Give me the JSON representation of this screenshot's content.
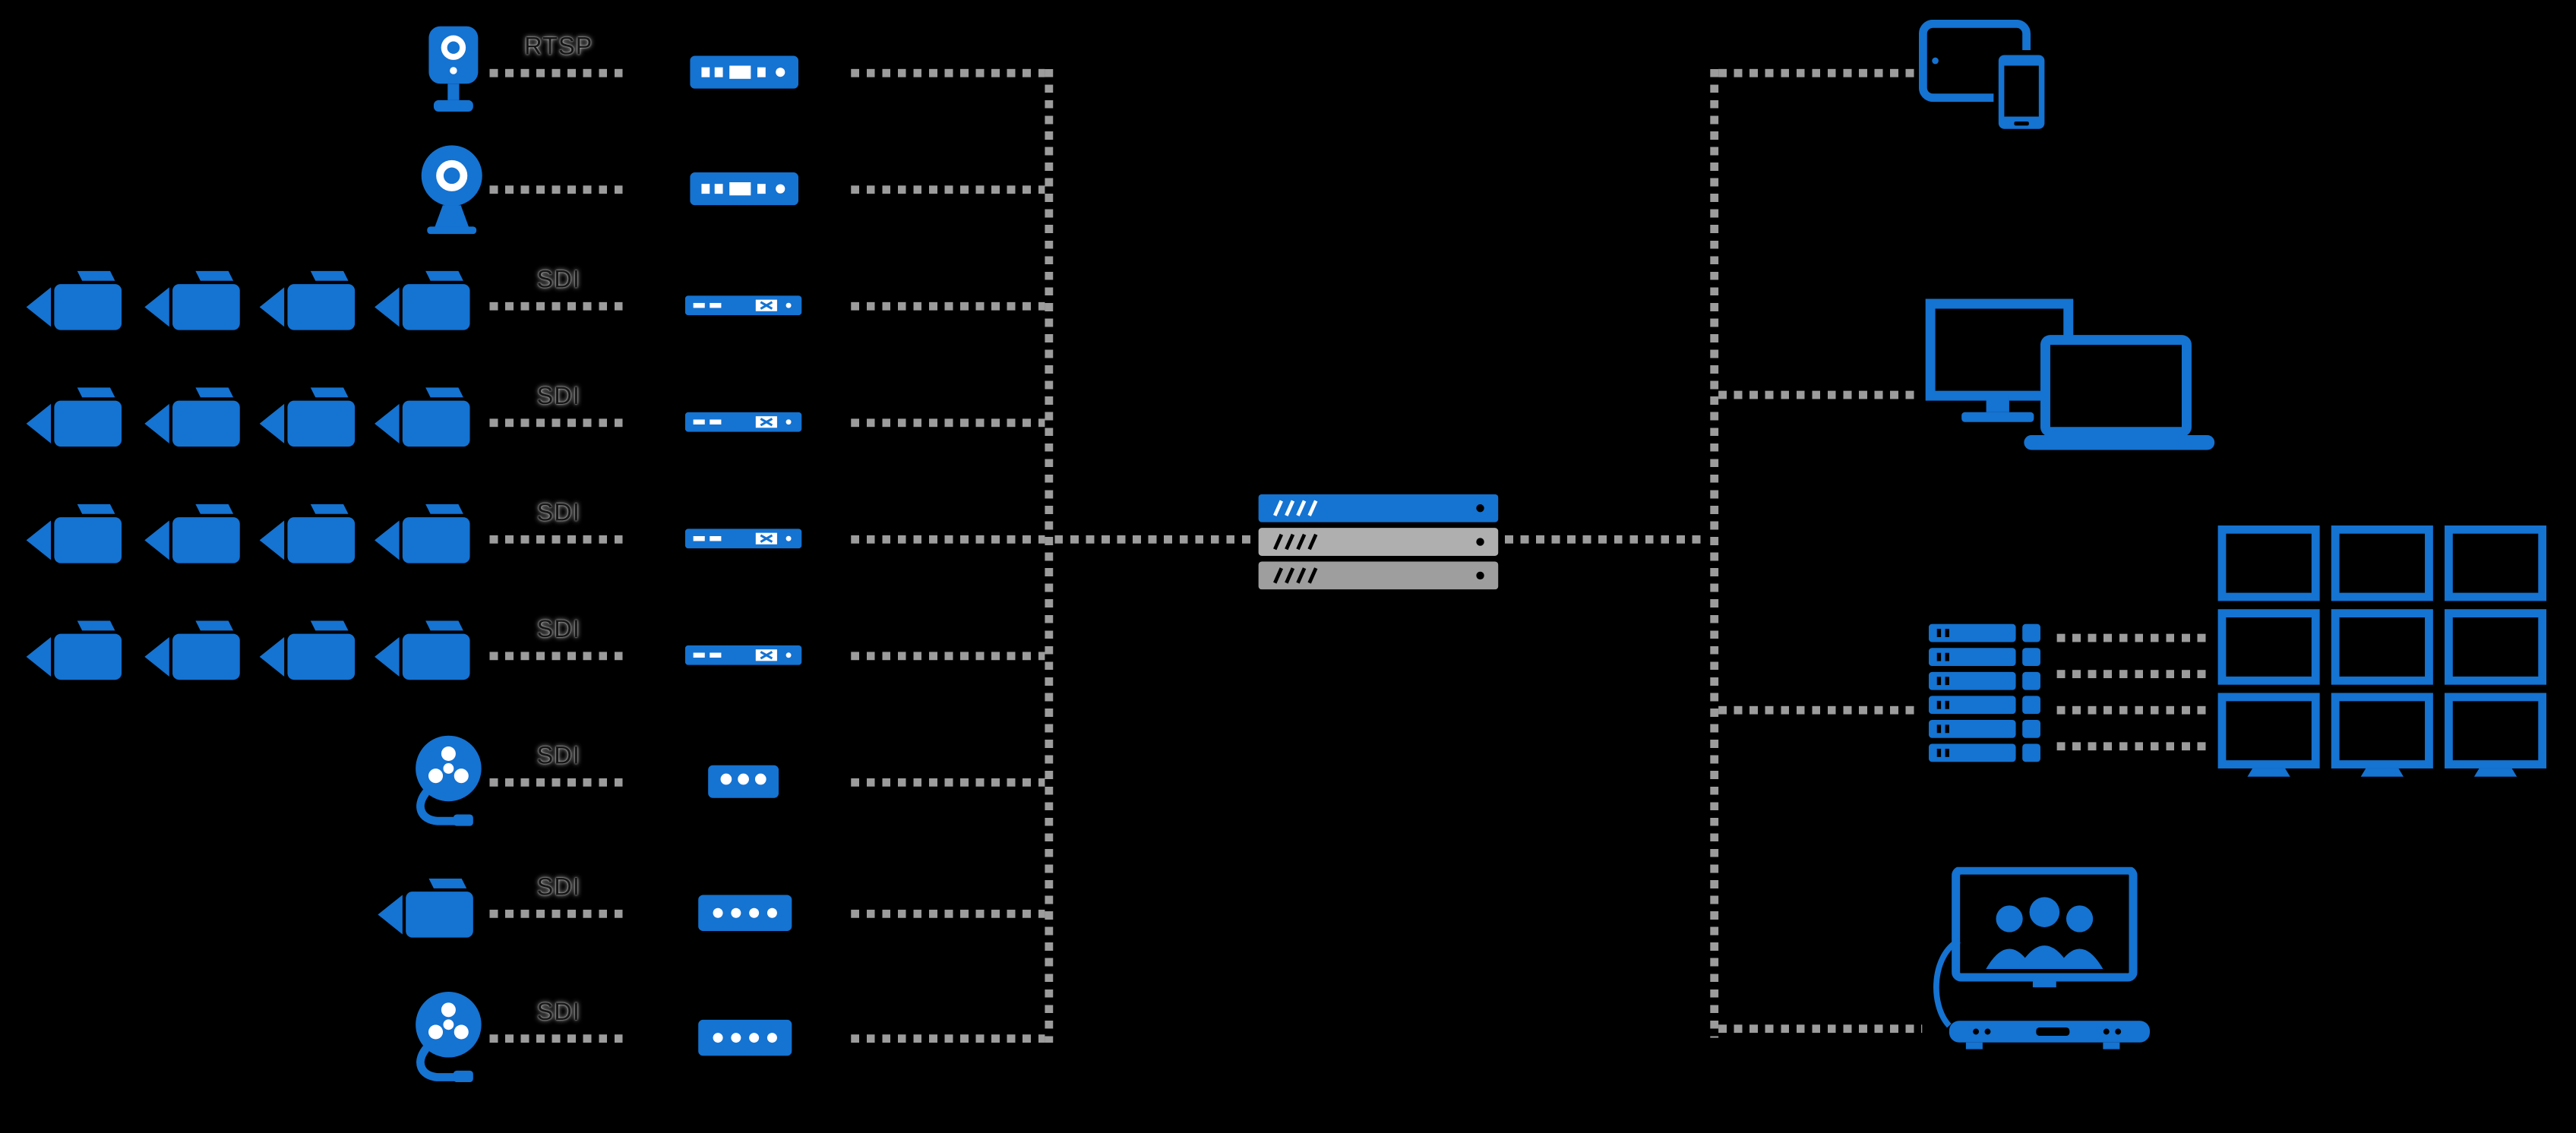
{
  "colors": {
    "accent": "#1573D2",
    "line": "#9C9C9C",
    "label": "#161616",
    "halo": "#D9D9D9",
    "gray1": "#AFAFAF",
    "gray2": "#9E9E9E",
    "background": "#000000"
  },
  "labels": {
    "rtsp": "RTSP",
    "sdi": "SDI"
  },
  "sources": [
    {
      "icon": "ip-camera-icon",
      "protocol": "RTSP",
      "camera_count": 1,
      "device_icon": "encoder-device-icon"
    },
    {
      "icon": "webcam-icon",
      "protocol": "",
      "camera_count": 1,
      "device_icon": "encoder-device-icon"
    },
    {
      "icon": "camcorder-icon",
      "protocol": "SDI",
      "camera_count": 4,
      "device_icon": "rack-encoder-icon"
    },
    {
      "icon": "camcorder-icon",
      "protocol": "SDI",
      "camera_count": 4,
      "device_icon": "rack-encoder-icon"
    },
    {
      "icon": "camcorder-icon",
      "protocol": "SDI",
      "camera_count": 4,
      "device_icon": "rack-encoder-icon"
    },
    {
      "icon": "camcorder-icon",
      "protocol": "SDI",
      "camera_count": 4,
      "device_icon": "rack-encoder-icon"
    },
    {
      "icon": "ptz-camera-icon",
      "protocol": "SDI",
      "camera_count": 1,
      "device_icon": "capture-card-icon"
    },
    {
      "icon": "camcorder-icon",
      "protocol": "SDI",
      "camera_count": 1,
      "device_icon": "capture-box-icon"
    },
    {
      "icon": "ptz-camera-icon",
      "protocol": "SDI",
      "camera_count": 1,
      "device_icon": "capture-box-icon"
    }
  ],
  "hub": {
    "icon": "media-server-stack-icon",
    "rack_units": 3
  },
  "outputs": [
    {
      "icon": "tablet-phone-icon"
    },
    {
      "icon": "monitor-laptop-icon"
    },
    {
      "icon": "storage-servers-icon",
      "feeds": "video-wall-icon",
      "wall_grid": "3x3",
      "link_count": 4
    },
    {
      "icon": "video-conference-icon"
    }
  ]
}
